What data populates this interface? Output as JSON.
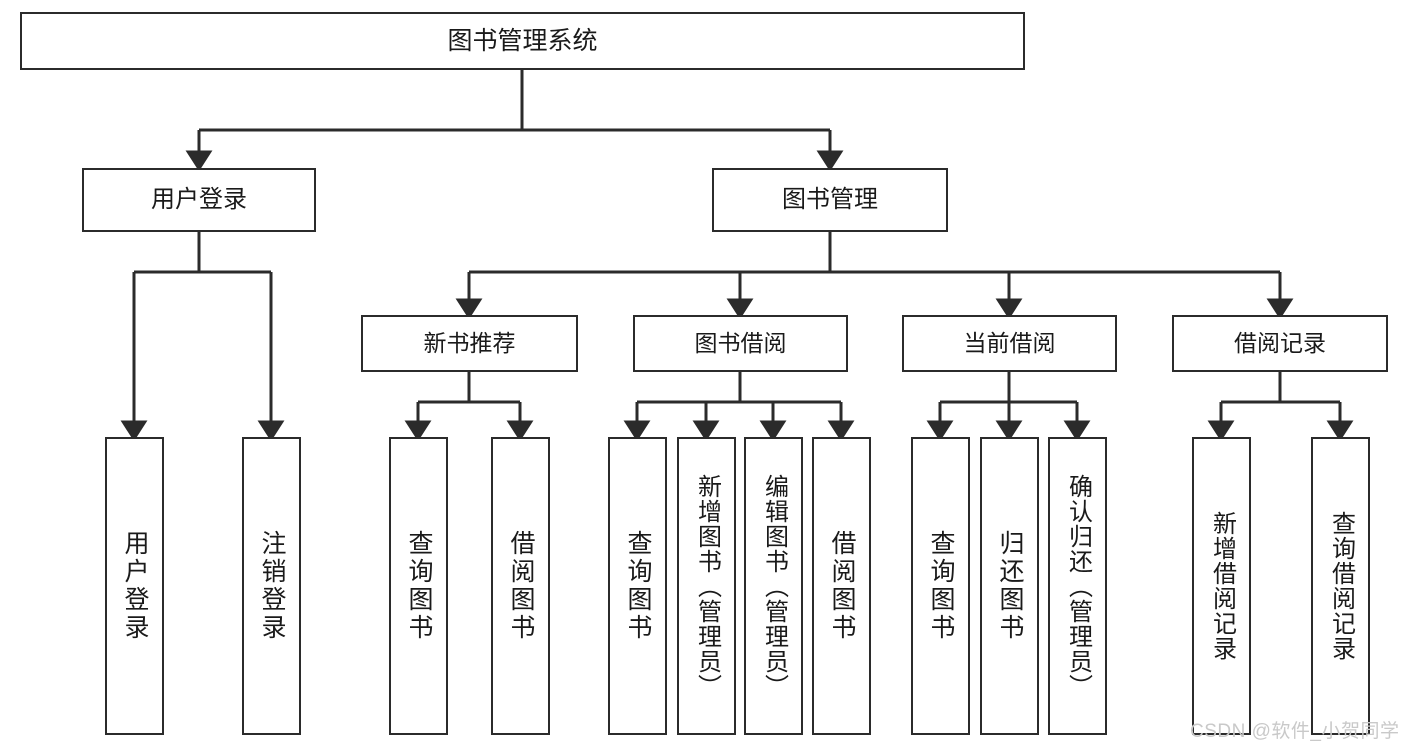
{
  "diagram": {
    "type": "tree-hierarchy",
    "title": "图书管理系统",
    "watermark": "CSDN @软件_小贺同学",
    "colors": {
      "background": "#ffffff",
      "box_border": "#2b2b2b",
      "box_fill": "#ffffff",
      "connector": "#2b2b2b",
      "text": "#1a1a1a",
      "watermark": "#c9c9c9"
    },
    "root": {
      "label": "图书管理系统"
    },
    "level2": [
      {
        "label": "用户登录"
      },
      {
        "label": "图书管理"
      }
    ],
    "level3": [
      {
        "label": "新书推荐"
      },
      {
        "label": "图书借阅"
      },
      {
        "label": "当前借阅"
      },
      {
        "label": "借阅记录"
      }
    ],
    "leaves": {
      "user_login": [
        {
          "label": "用户登录"
        },
        {
          "label": "注销登录"
        }
      ],
      "new_book_recommend": [
        {
          "label": "查询图书"
        },
        {
          "label": "借阅图书"
        }
      ],
      "book_borrow": [
        {
          "label": "查询图书"
        },
        {
          "label": "新增图书（管理员）"
        },
        {
          "label": "编辑图书（管理员）"
        },
        {
          "label": "借阅图书"
        }
      ],
      "current_borrow": [
        {
          "label": "查询图书"
        },
        {
          "label": "归还图书"
        },
        {
          "label": "确认归还（管理员）"
        }
      ],
      "borrow_record": [
        {
          "label": "新增借阅记录"
        },
        {
          "label": "查询借阅记录"
        }
      ]
    }
  }
}
